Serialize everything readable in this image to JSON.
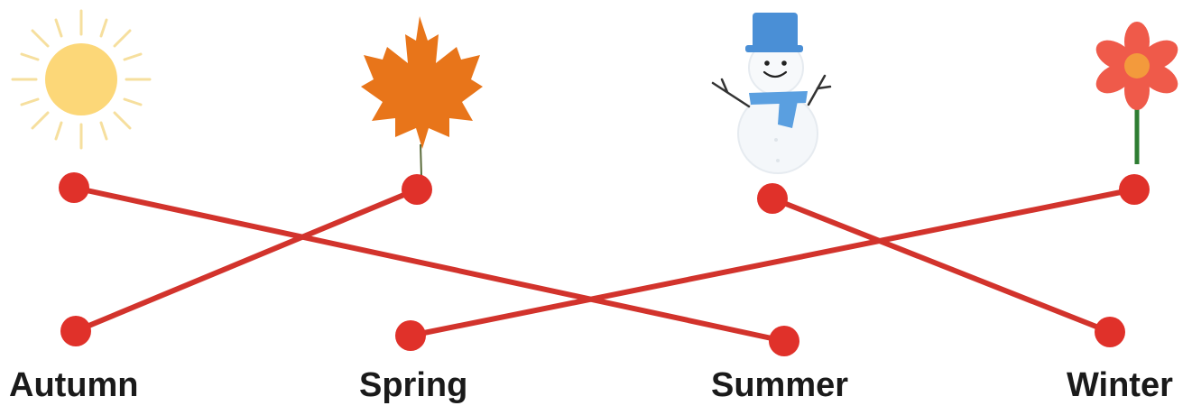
{
  "labels": [
    "Autumn",
    "Spring",
    "Summer",
    "Winter"
  ],
  "pictures": [
    {
      "icon": "sun-icon"
    },
    {
      "icon": "maple-leaf-icon"
    },
    {
      "icon": "snowman-icon"
    },
    {
      "icon": "flower-icon"
    }
  ],
  "connections": [
    {
      "picture": "sun-icon",
      "label": "Summer"
    },
    {
      "picture": "maple-leaf-icon",
      "label": "Autumn"
    },
    {
      "picture": "snowman-icon",
      "label": "Winter"
    },
    {
      "picture": "flower-icon",
      "label": "Spring"
    }
  ],
  "colors": {
    "line": "#d2332c",
    "dot": "#e0312a",
    "sun": "#fcd778",
    "sun_rays": "#f6df9e",
    "leaf": "#e8751a",
    "hat": "#4a8fd6",
    "scarf": "#5a9fe0",
    "petal": "#ef5a4a",
    "flower_center": "#f39a3c",
    "stem": "#2e7d32",
    "label_text": "#1a1a1a"
  }
}
